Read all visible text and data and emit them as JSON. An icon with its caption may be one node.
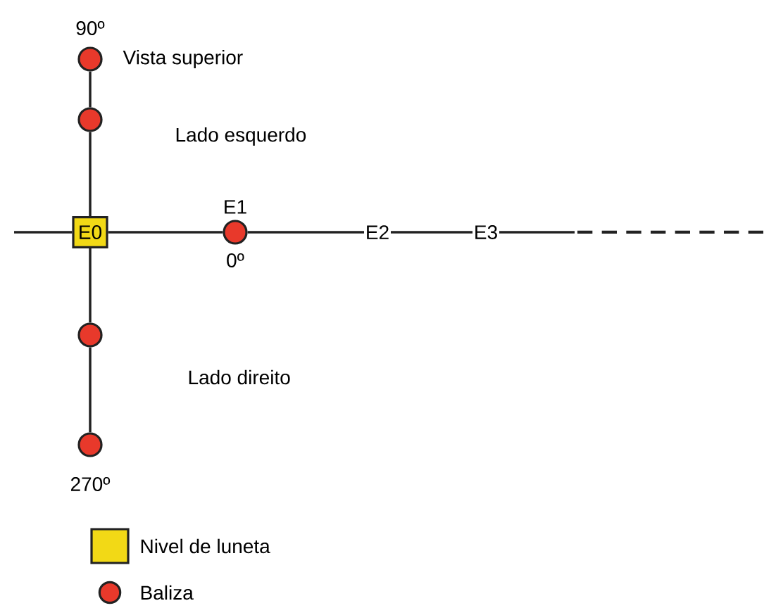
{
  "diagram": {
    "nodes": [
      {
        "text": [
          "E0"
        ]
      },
      {
        "text": [],
        "shape": "circle",
        "beside": [
          "90º",
          "Vista superior"
        ]
      },
      {
        "text": [],
        "shape": "circle"
      },
      {
        "text": [],
        "shape": "circle",
        "beside": [
          "E1",
          "0º"
        ]
      },
      {
        "text": [
          "E2"
        ]
      },
      {
        "text": [
          "E3"
        ]
      },
      {
        "text": [],
        "shape": "circle"
      },
      {
        "text": [],
        "shape": "circle",
        "beside": [
          "270º"
        ]
      }
    ],
    "edges": [
      {
        "from": null,
        "to": 0,
        "arrow": "none"
      },
      {
        "from": 0,
        "to": 2,
        "arrow": "none"
      },
      {
        "from": 2,
        "to": 1,
        "arrow": "none"
      },
      {
        "from": 0,
        "to": 3,
        "arrow": "none"
      },
      {
        "from": 3,
        "to": 4,
        "arrow": "none"
      },
      {
        "from": 4,
        "to": 5,
        "arrow": "none"
      },
      {
        "from": 5,
        "to": null,
        "arrow": "none"
      },
      {
        "from": 0,
        "to": 6,
        "arrow": "none"
      },
      {
        "from": 6,
        "to": 7,
        "arrow": "none"
      }
    ],
    "labels": [
      "Lado esquerdo",
      "Lado direito"
    ],
    "legend": [
      {
        "text": "Nivel de luneta",
        "color": "#f2d916"
      },
      {
        "text": "Baliza",
        "color": "#e8392b"
      }
    ]
  }
}
